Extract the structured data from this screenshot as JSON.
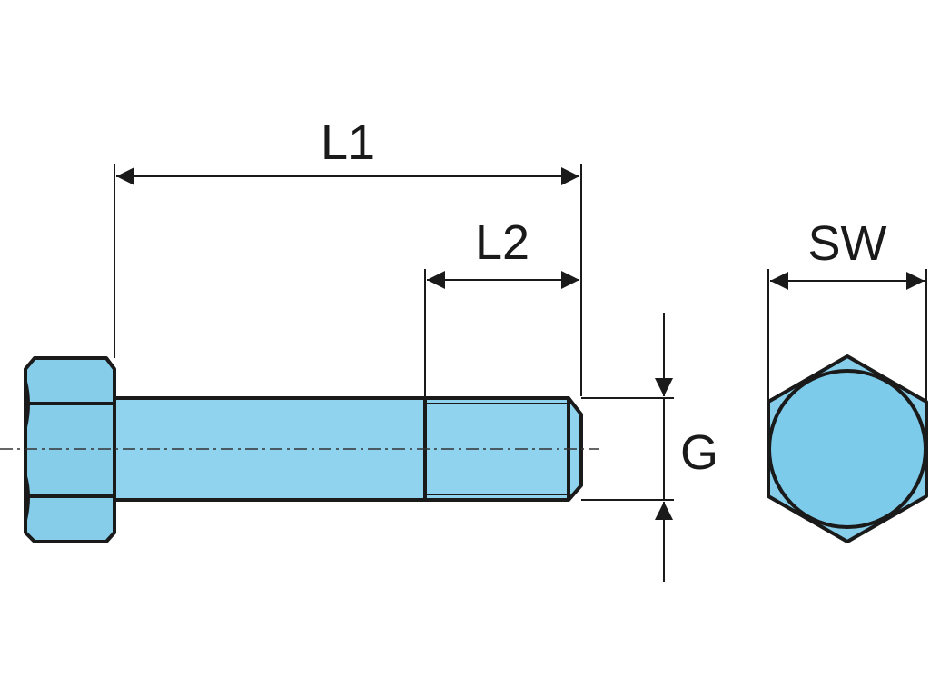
{
  "labels": {
    "l1": "L1",
    "l2": "L2",
    "g": "G",
    "sw": "SW"
  },
  "colors": {
    "bolt_fill": "#8fd3ee",
    "bolt_head_fill": "#86cdea",
    "end_view_circle": "#7dcbeb",
    "outline": "#1a1a1a",
    "background": "#ffffff"
  }
}
